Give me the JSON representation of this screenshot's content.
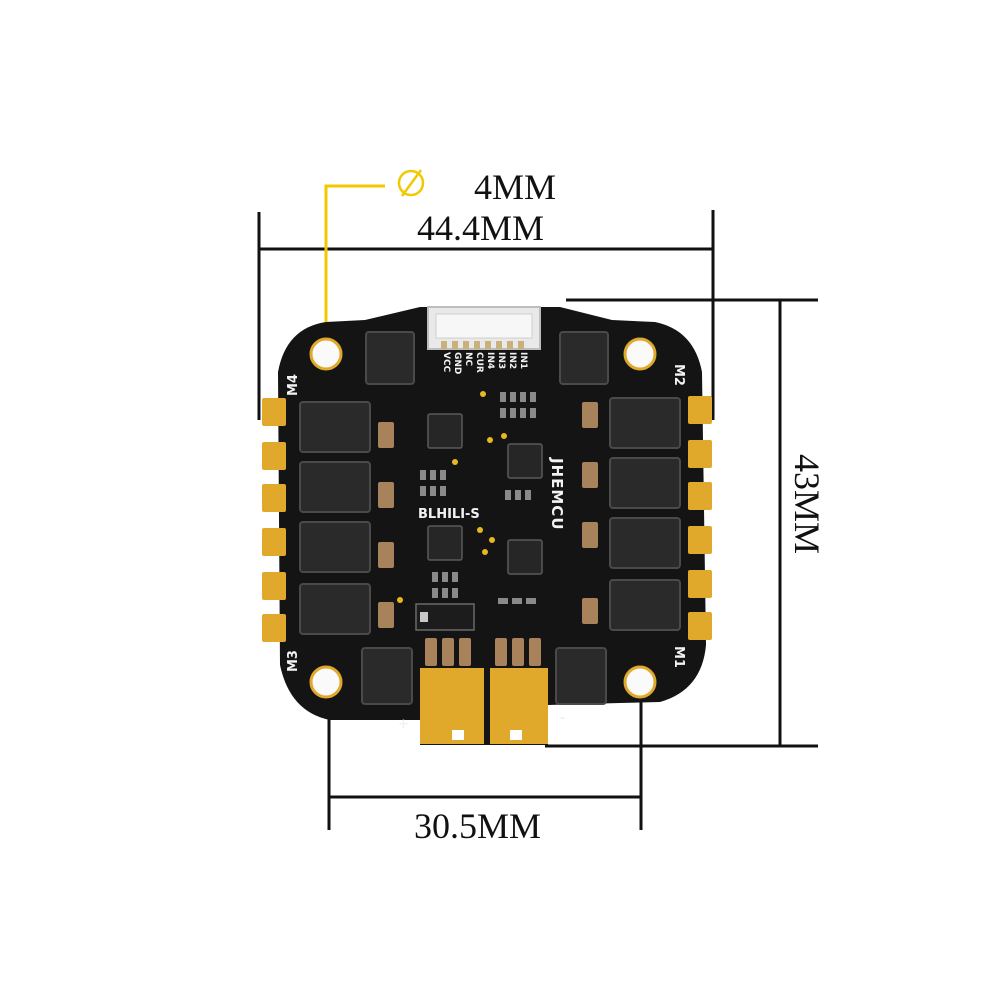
{
  "dimensions": {
    "hole_diameter": "4MM",
    "width": "44.4MM",
    "height": "43MM",
    "mount_spacing": "30.5MM"
  },
  "board": {
    "brand": "JHEMCU",
    "firmware": "BLHILI-S",
    "motor_labels": [
      "M4",
      "M2",
      "M3",
      "M1"
    ],
    "connector_pins": [
      "VCC",
      "GND",
      "NC",
      "CUR",
      "IN4",
      "IN3",
      "IN2",
      "IN1"
    ],
    "power_plus": "+",
    "power_minus": "-"
  },
  "icons": {
    "diameter": "diameter-symbol-icon"
  },
  "colors": {
    "pcb": "#141414",
    "gold": "#e0a92c",
    "leader_line": "#f2c800",
    "dimension_line": "#111111"
  }
}
